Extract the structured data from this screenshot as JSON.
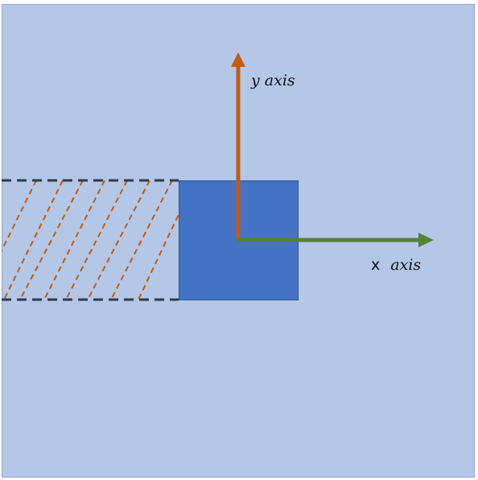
{
  "diagram": {
    "background_color": "#b4c7e7",
    "border_color": "#8fa3c8",
    "square_fill": "#4472c4",
    "square_stroke": "#2f5597",
    "dashed_border_color": "#2e3a4e",
    "hatch_color": "#c55a11",
    "y_axis": {
      "label_main": "y axis",
      "color": "#c55a11"
    },
    "x_axis": {
      "label_prefix": "x",
      "label_main": "axis",
      "color": "#548235"
    }
  }
}
